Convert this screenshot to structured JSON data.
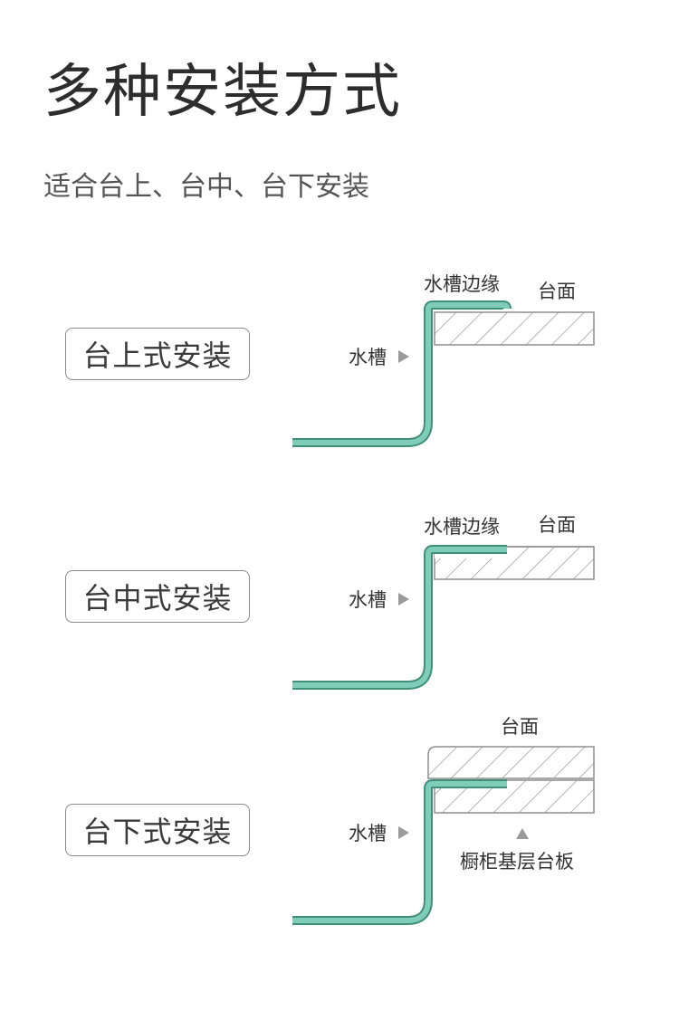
{
  "title": "多种安装方式",
  "subtitle": "适合台上、台中、台下安装",
  "colors": {
    "sink_fill": "#7fcdb9",
    "sink_stroke": "#3f8f79",
    "hatch": "#8e8e8e",
    "text": "#333333",
    "arrow": "#9a9a9a"
  },
  "methods": [
    {
      "name": "台上式安装",
      "sink_label": "水槽",
      "rim_label": "水槽边缘",
      "counter_label": "台面"
    },
    {
      "name": "台中式安装",
      "sink_label": "水槽",
      "rim_label": "水槽边缘",
      "counter_label": "台面"
    },
    {
      "name": "台下式安装",
      "sink_label": "水槽",
      "counter_label": "台面",
      "base_label": "橱柜基层台板"
    }
  ]
}
